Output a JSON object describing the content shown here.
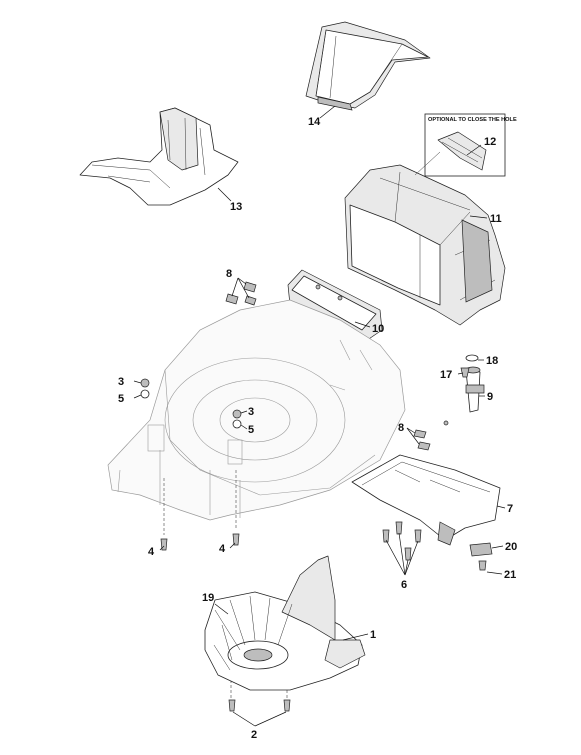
{
  "optional_box": {
    "label": "OPTIONAL TO CLOSE THE HOLE"
  },
  "callouts": {
    "c1": "1",
    "c2": "2",
    "c3a": "3",
    "c3b": "3",
    "c4a": "4",
    "c4b": "4",
    "c5a": "5",
    "c5b": "5",
    "c6": "6",
    "c7": "7",
    "c8a": "8",
    "c8b": "8",
    "c9": "9",
    "c10": "10",
    "c11": "11",
    "c12": "12",
    "c13": "13",
    "c14": "14",
    "c17": "17",
    "c18": "18",
    "c19": "19",
    "c20": "20",
    "c21": "21"
  }
}
